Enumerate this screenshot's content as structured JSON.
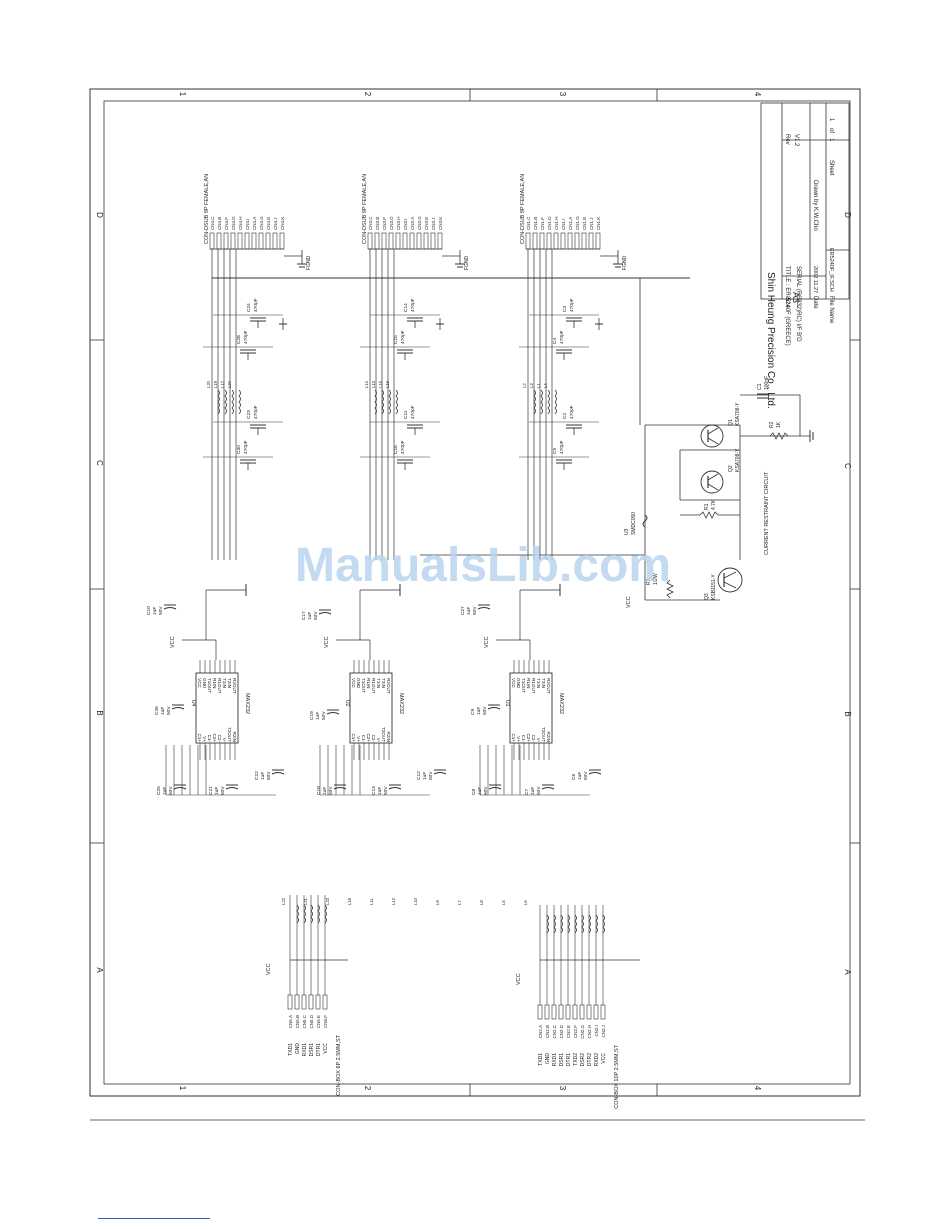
{
  "title_block": {
    "company": "Shin Heung Precision Co., Ltd.",
    "size_label": "Size",
    "size_value": "A3",
    "title": "TITLE : ER-5240F (GREECE)",
    "subtitle": "SERIAL (RS232)RC) I/F B'D",
    "rev_label": "Rev",
    "rev_value": "V1.2",
    "date_label": "Date",
    "date_value": "2002.11.27",
    "drawn": "Drawn by K.W.Cho",
    "file_label": "File Name",
    "file_value": "ER5240F_IF.SCH",
    "sheet": "Sheet",
    "sheet_num": "1",
    "of": "of",
    "sheet_total": "1"
  },
  "zones_cols": [
    "1",
    "2",
    "3",
    "4"
  ],
  "zones_rows": [
    "A",
    "B",
    "C",
    "D"
  ],
  "ics": [
    {
      "ref": "U4",
      "part": "MAX232",
      "left_pins": [
        "C1+",
        "V+",
        "C1-",
        "C2+",
        "C2-",
        "V-",
        "T2OUT",
        "R2IN"
      ],
      "right_pins": [
        "VCC",
        "GND",
        "T1OUT",
        "R1IN",
        "R1OUT",
        "T1IN",
        "T2IN",
        "R2OUT"
      ]
    },
    {
      "ref": "U2",
      "part": "MAX232",
      "left_pins": [
        "C1+",
        "V+",
        "C1-",
        "C2+",
        "C2-",
        "V-",
        "T2OUT",
        "R2IN"
      ],
      "right_pins": [
        "VCC",
        "GND",
        "T1OUT",
        "R1IN",
        "R1OUT",
        "T1IN",
        "T2IN",
        "R2OUT"
      ]
    },
    {
      "ref": "U1",
      "part": "MAX232",
      "left_pins": [
        "C1+",
        "V+",
        "C1-",
        "C2+",
        "C2-",
        "V-",
        "T2OUT",
        "R2IN"
      ],
      "right_pins": [
        "VCC",
        "GND",
        "T1OUT",
        "R1IN",
        "R1OUT",
        "T1IN",
        "T2IN",
        "R2OUT"
      ]
    }
  ],
  "dsub": [
    {
      "label": "CON-DSUB 9P FEMALE,AN",
      "pins": [
        "CN4.C",
        "CN4.B",
        "CN4.F",
        "CN4.D",
        "CN4.H",
        "CN4.I",
        "CN4.A",
        "CN4.G",
        "CN4.E",
        "CN4.J",
        "CN4.K"
      ]
    },
    {
      "label": "CON-DSUB 9P FEMALE,AN",
      "pins": [
        "CN3.C",
        "CN3.B",
        "CN3.F",
        "CN3.D",
        "CN3.H",
        "CN3.I",
        "CN3.A",
        "CN3.G",
        "CN3.E",
        "CN3.J",
        "CN3.K"
      ]
    },
    {
      "label": "CON-DSUB 9P FEMALE,AN",
      "pins": [
        "CN1.C",
        "CN1.B",
        "CN1.F",
        "CN1.D",
        "CN1.H",
        "CN1.I",
        "CN1.A",
        "CN1.G",
        "CN1.E",
        "CN1.J",
        "CN1.K"
      ]
    }
  ],
  "box_connectors": [
    {
      "label": "CON-BOX 6P 2.5MM,ST",
      "signals": [
        "TXD1",
        "GND",
        "RXD1",
        "DSR1",
        "DTR1",
        "VCC"
      ],
      "pins": [
        "CN5.A",
        "CN5.B",
        "CN5.C",
        "CN5.D",
        "CN5.E",
        "CN5.F"
      ]
    },
    {
      "label": "CON-BOX 10P 2.5MM,ST",
      "signals": [
        "TXD1",
        "GND",
        "RXD1",
        "DSR1",
        "DTR1",
        "TXD2",
        "DSR2",
        "DTR2",
        "RXD2",
        "VCC"
      ],
      "pins": [
        "CN2.A",
        "CN2.B",
        "CN2.C",
        "CN2.D",
        "CN2.E",
        "CN2.F",
        "CN2.G",
        "CN2.H",
        "CN2.I",
        "CN2.J"
      ]
    }
  ],
  "caps_upper": [
    {
      "ref": "C24",
      "val": "470pF"
    },
    {
      "ref": "C28",
      "val": "470pF"
    },
    {
      "ref": "C23",
      "val": "470pF"
    },
    {
      "ref": "C30",
      "val": "470pF"
    },
    {
      "ref": "C14",
      "val": "470pF"
    },
    {
      "ref": "C15",
      "val": "470pF"
    },
    {
      "ref": "C11",
      "val": "470pF"
    },
    {
      "ref": "C16",
      "val": "470pF"
    },
    {
      "ref": "C3",
      "val": "470pF"
    },
    {
      "ref": "C4",
      "val": "470pF"
    },
    {
      "ref": "C2",
      "val": "470pF"
    },
    {
      "ref": "C5",
      "val": "470pF"
    }
  ],
  "caps_electro": [
    {
      "ref": "C10",
      "val": "1uF",
      "v": "50V"
    },
    {
      "ref": "C17",
      "val": "1uF",
      "v": "50V"
    },
    {
      "ref": "C27",
      "val": "1uF",
      "v": "50V"
    },
    {
      "ref": "C26",
      "val": "1uF",
      "v": "50V"
    },
    {
      "ref": "C19",
      "val": "1uF",
      "v": "50V"
    },
    {
      "ref": "C9",
      "val": "1uF",
      "v": "50V"
    },
    {
      "ref": "C25",
      "val": "1uF",
      "v": "50V"
    },
    {
      "ref": "C21",
      "val": "1uF",
      "v": "50V"
    },
    {
      "ref": "C22",
      "val": "1uF",
      "v": "50V"
    },
    {
      "ref": "C18",
      "val": "1uF",
      "v": "50V"
    },
    {
      "ref": "C13",
      "val": "1uF",
      "v": "50V"
    },
    {
      "ref": "C12",
      "val": "1uF",
      "v": "50V"
    },
    {
      "ref": "C8",
      "val": "1uF",
      "v": "50V"
    },
    {
      "ref": "C7",
      "val": "1uF",
      "v": "50V"
    },
    {
      "ref": "C6",
      "val": "1uF",
      "v": "50V"
    }
  ],
  "inductors": [
    "L20",
    "L19",
    "L17",
    "L24",
    "L14",
    "L13",
    "L15",
    "L16",
    "L2",
    "L3",
    "L1",
    "L4",
    "L22",
    "L21",
    "L23",
    "L18",
    "L11",
    "L12",
    "L10",
    "L9",
    "L7",
    "L8",
    "L5",
    "L6"
  ],
  "transistors": [
    {
      "ref": "Q1",
      "part": "KSA708-Y"
    },
    {
      "ref": "Q2",
      "part": "KSA708-Y"
    },
    {
      "ref": "Q3",
      "part": "KSB1151-Y"
    }
  ],
  "resistors": [
    {
      "ref": "R2",
      "val": "1K"
    },
    {
      "ref": "R1",
      "val": "4.7K"
    },
    {
      "ref": "R1",
      "val": "1/2W"
    }
  ],
  "cap_c1": {
    "ref": "C1",
    "val": "100nF"
  },
  "fuse": {
    "ref": "U3",
    "part": "SMDC050"
  },
  "circuit_label": "CURRENT RESTRAINT CIRCUIT",
  "power": {
    "vcc": "VCC",
    "fgnd": "FGND"
  },
  "watermark": "ManualsLib.com"
}
